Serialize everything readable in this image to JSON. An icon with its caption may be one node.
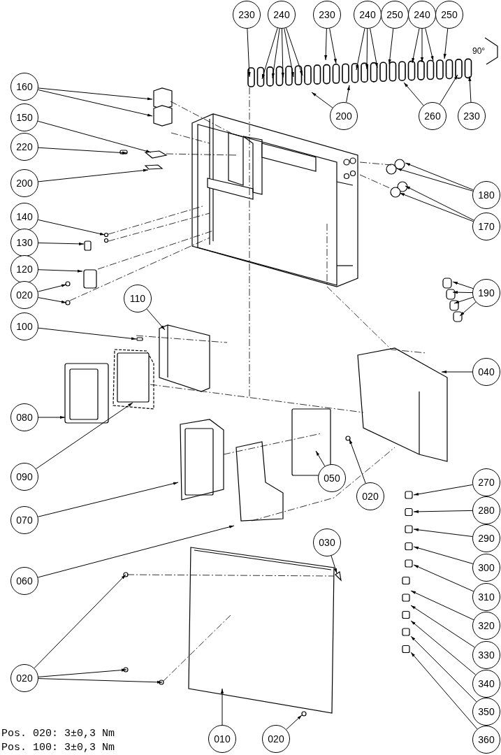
{
  "diagram": {
    "nodes": [
      {
        "text": [
          "230"
        ]
      },
      {
        "text": [
          "240"
        ]
      },
      {
        "text": [
          "230"
        ]
      },
      {
        "text": [
          "240"
        ]
      },
      {
        "text": [
          "250"
        ]
      },
      {
        "text": [
          "240"
        ]
      },
      {
        "text": [
          "250"
        ]
      },
      {
        "text": [
          "200"
        ]
      },
      {
        "text": [
          "260"
        ]
      },
      {
        "text": [
          "230"
        ]
      },
      {
        "text": [
          "160"
        ]
      },
      {
        "text": [
          "150"
        ]
      },
      {
        "text": [
          "220"
        ]
      },
      {
        "text": [
          "200"
        ]
      },
      {
        "text": [
          "140"
        ]
      },
      {
        "text": [
          "130"
        ]
      },
      {
        "text": [
          "120"
        ]
      },
      {
        "text": [
          "020"
        ]
      },
      {
        "text": [
          "110"
        ]
      },
      {
        "text": [
          "100"
        ]
      },
      {
        "text": [
          "180"
        ]
      },
      {
        "text": [
          "170"
        ]
      },
      {
        "text": [
          "190"
        ]
      },
      {
        "text": [
          "040"
        ]
      },
      {
        "text": [
          "080"
        ]
      },
      {
        "text": [
          "090"
        ]
      },
      {
        "text": [
          "070"
        ]
      },
      {
        "text": [
          "050"
        ]
      },
      {
        "text": [
          "020"
        ]
      },
      {
        "text": [
          "060"
        ]
      },
      {
        "text": [
          "030"
        ]
      },
      {
        "text": [
          "270"
        ]
      },
      {
        "text": [
          "280"
        ]
      },
      {
        "text": [
          "290"
        ]
      },
      {
        "text": [
          "300"
        ]
      },
      {
        "text": [
          "310"
        ]
      },
      {
        "text": [
          "320"
        ]
      },
      {
        "text": [
          "330"
        ]
      },
      {
        "text": [
          "340"
        ]
      },
      {
        "text": [
          "350"
        ]
      },
      {
        "text": [
          "360"
        ]
      },
      {
        "text": [
          "020"
        ]
      },
      {
        "text": [
          "010"
        ]
      },
      {
        "text": [
          "020"
        ]
      }
    ],
    "edges": [
      {
        "from": 0,
        "to": null,
        "arrow": "to"
      },
      {
        "from": 1,
        "to": null,
        "arrow": "to"
      },
      {
        "from": 1,
        "to": null,
        "arrow": "to"
      },
      {
        "from": 1,
        "to": null,
        "arrow": "to"
      },
      {
        "from": 1,
        "to": null,
        "arrow": "to"
      },
      {
        "from": 1,
        "to": null,
        "arrow": "to"
      },
      {
        "from": 2,
        "to": null,
        "arrow": "to"
      },
      {
        "from": 2,
        "to": null,
        "arrow": "to"
      },
      {
        "from": 3,
        "to": null,
        "arrow": "to"
      },
      {
        "from": 3,
        "to": null,
        "arrow": "to"
      },
      {
        "from": 3,
        "to": null,
        "arrow": "to"
      },
      {
        "from": 4,
        "to": null,
        "arrow": "to"
      },
      {
        "from": 5,
        "to": null,
        "arrow": "to"
      },
      {
        "from": 5,
        "to": null,
        "arrow": "to"
      },
      {
        "from": 5,
        "to": null,
        "arrow": "to"
      },
      {
        "from": 6,
        "to": null,
        "arrow": "to"
      },
      {
        "from": 7,
        "to": null,
        "arrow": "to"
      },
      {
        "from": 7,
        "to": null,
        "arrow": "to"
      },
      {
        "from": 8,
        "to": null,
        "arrow": "to"
      },
      {
        "from": 8,
        "to": null,
        "arrow": "to"
      },
      {
        "from": 9,
        "to": null,
        "arrow": "to"
      },
      {
        "from": 10,
        "to": null,
        "arrow": "to"
      },
      {
        "from": 10,
        "to": null,
        "arrow": "to"
      },
      {
        "from": 11,
        "to": null,
        "arrow": "to"
      },
      {
        "from": 12,
        "to": null,
        "arrow": "to"
      },
      {
        "from": 13,
        "to": null,
        "arrow": "to"
      },
      {
        "from": 14,
        "to": null,
        "arrow": "to"
      },
      {
        "from": 15,
        "to": null,
        "arrow": "to"
      },
      {
        "from": 16,
        "to": null,
        "arrow": "to"
      },
      {
        "from": 17,
        "to": null,
        "arrow": "to"
      },
      {
        "from": 17,
        "to": null,
        "arrow": "to"
      },
      {
        "from": 18,
        "to": null,
        "arrow": "to"
      },
      {
        "from": 19,
        "to": null,
        "arrow": "to"
      },
      {
        "from": 20,
        "to": null,
        "arrow": "to"
      },
      {
        "from": 20,
        "to": null,
        "arrow": "to"
      },
      {
        "from": 21,
        "to": null,
        "arrow": "to"
      },
      {
        "from": 21,
        "to": null,
        "arrow": "to"
      },
      {
        "from": 22,
        "to": null,
        "arrow": "to"
      },
      {
        "from": 22,
        "to": null,
        "arrow": "to"
      },
      {
        "from": 22,
        "to": null,
        "arrow": "to"
      },
      {
        "from": 22,
        "to": null,
        "arrow": "to"
      },
      {
        "from": 23,
        "to": null,
        "arrow": "to"
      },
      {
        "from": 24,
        "to": null,
        "arrow": "to"
      },
      {
        "from": 25,
        "to": null,
        "arrow": "to"
      },
      {
        "from": 26,
        "to": null,
        "arrow": "to"
      },
      {
        "from": 27,
        "to": null,
        "arrow": "to"
      },
      {
        "from": 28,
        "to": null,
        "arrow": "to"
      },
      {
        "from": 29,
        "to": null,
        "arrow": "to"
      },
      {
        "from": 30,
        "to": null,
        "arrow": "to"
      },
      {
        "from": 31,
        "to": null,
        "arrow": "to"
      },
      {
        "from": 32,
        "to": null,
        "arrow": "to"
      },
      {
        "from": 33,
        "to": null,
        "arrow": "to"
      },
      {
        "from": 34,
        "to": null,
        "arrow": "to"
      },
      {
        "from": 35,
        "to": null,
        "arrow": "to"
      },
      {
        "from": 36,
        "to": null,
        "arrow": "to"
      },
      {
        "from": 37,
        "to": null,
        "arrow": "to"
      },
      {
        "from": 38,
        "to": null,
        "arrow": "to"
      },
      {
        "from": 39,
        "to": null,
        "arrow": "to"
      },
      {
        "from": 40,
        "to": null,
        "arrow": "to"
      },
      {
        "from": 41,
        "to": null,
        "arrow": "to"
      },
      {
        "from": 41,
        "to": null,
        "arrow": "to"
      },
      {
        "from": 41,
        "to": null,
        "arrow": "to"
      },
      {
        "from": 42,
        "to": null,
        "arrow": "to"
      },
      {
        "from": 43,
        "to": null,
        "arrow": "to"
      }
    ],
    "labels": [
      "90°",
      "Pos. 020: 3±0,3 Nm",
      "Pos. 100: 3±0,3 Nm"
    ]
  }
}
